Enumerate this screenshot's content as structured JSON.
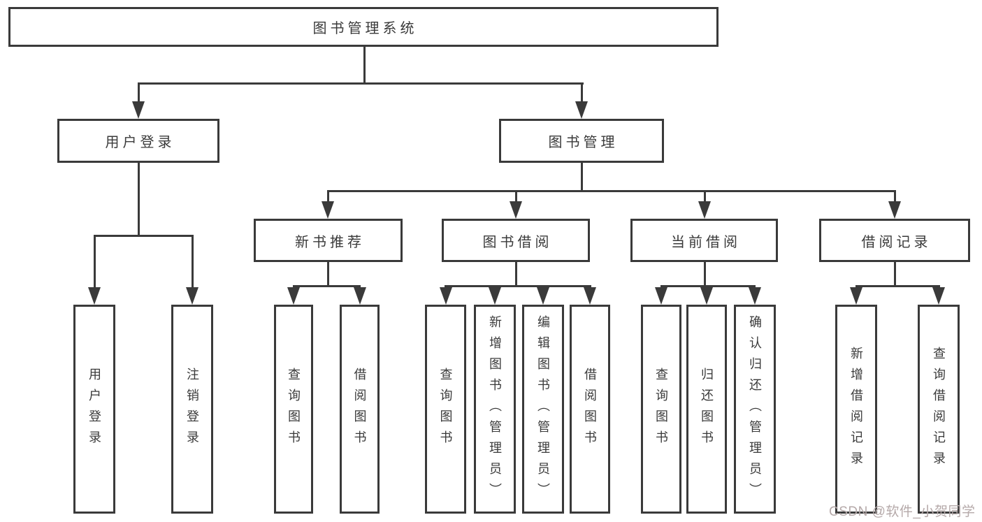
{
  "diagram": {
    "title_node": {
      "label": "图书管理系统"
    },
    "level1": [
      {
        "label": "用户登录"
      },
      {
        "label": "图书管理"
      }
    ],
    "level2": [
      {
        "label": "新书推荐"
      },
      {
        "label": "图书借阅"
      },
      {
        "label": "当前借阅"
      },
      {
        "label": "借阅记录"
      }
    ],
    "leaves": {
      "user_login": [
        "用户登录",
        "注销登录"
      ],
      "new_book": [
        "查询图书",
        "借阅图书"
      ],
      "book_borrow": [
        "查询图书",
        "新增图书（管理员）",
        "编辑图书（管理员）",
        "借阅图书"
      ],
      "current_borrow": [
        "查询图书",
        "归还图书",
        "确认归还（管理员）"
      ],
      "borrow_records": [
        "新增借阅记录",
        "查询借阅记录"
      ]
    }
  },
  "watermark": {
    "text": "CSDN @软件_小贺同学",
    "color": "#b5a9a9"
  },
  "colors": {
    "line": "#3a3a3a",
    "text": "#3a3a3a",
    "background": "#ffffff"
  }
}
